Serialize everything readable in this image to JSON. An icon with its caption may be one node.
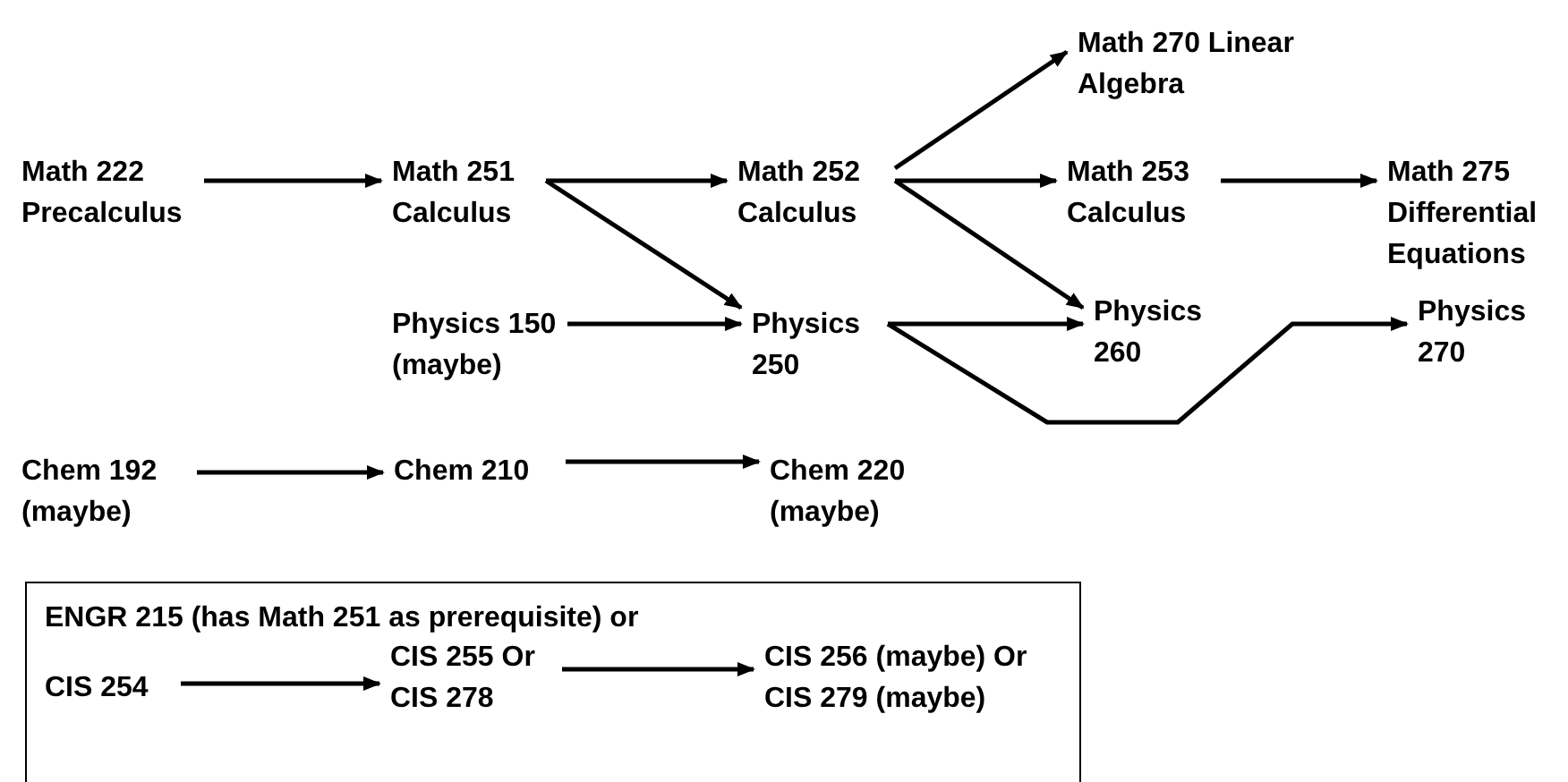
{
  "diagram": {
    "nodes": [
      {
        "text": [
          "Math 222 Precalculus"
        ]
      },
      {
        "text": [
          "Math 251 Calculus"
        ]
      },
      {
        "text": [
          "Math 252 Calculus"
        ]
      },
      {
        "text": [
          "Math 270 Linear Algebra"
        ]
      },
      {
        "text": [
          "Math 253 Calculus"
        ]
      },
      {
        "text": [
          "Math 275 Differential Equations"
        ]
      },
      {
        "text": [
          "Physics 150 (maybe)"
        ]
      },
      {
        "text": [
          "Physics 250"
        ]
      },
      {
        "text": [
          "Physics 260"
        ]
      },
      {
        "text": [
          "Physics 270"
        ]
      },
      {
        "text": [
          "Chem 192 (maybe)"
        ]
      },
      {
        "text": [
          "Chem 210"
        ]
      },
      {
        "text": [
          "Chem 220 (maybe)"
        ]
      },
      {
        "text": [
          "ENGR 215 (has Math 251 as prerequisite) or"
        ]
      },
      {
        "text": [
          "CIS 254"
        ],
        "in": 13
      },
      {
        "text": [
          "CIS 255 Or CIS 278"
        ],
        "in": 13
      },
      {
        "text": [
          "CIS 256 (maybe) Or CIS 279 (maybe)"
        ],
        "in": 13
      }
    ],
    "edges": [
      {
        "from": 0,
        "to": 1,
        "arrow": "to"
      },
      {
        "from": 1,
        "to": 2,
        "arrow": "to"
      },
      {
        "from": 1,
        "to": 7,
        "arrow": "to"
      },
      {
        "from": 6,
        "to": 7,
        "arrow": "to"
      },
      {
        "from": 2,
        "to": 3,
        "arrow": "to"
      },
      {
        "from": 2,
        "to": 4,
        "arrow": "to"
      },
      {
        "from": 2,
        "to": 8,
        "arrow": "to"
      },
      {
        "from": 4,
        "to": 5,
        "arrow": "to"
      },
      {
        "from": 7,
        "to": 8,
        "arrow": "to"
      },
      {
        "from": 7,
        "to": 9,
        "arrow": "to"
      },
      {
        "from": 10,
        "to": 11,
        "arrow": "to"
      },
      {
        "from": 11,
        "to": 12,
        "arrow": "to"
      },
      {
        "from": 14,
        "to": 15,
        "arrow": "to"
      },
      {
        "from": 15,
        "to": 16,
        "arrow": "to"
      }
    ]
  }
}
